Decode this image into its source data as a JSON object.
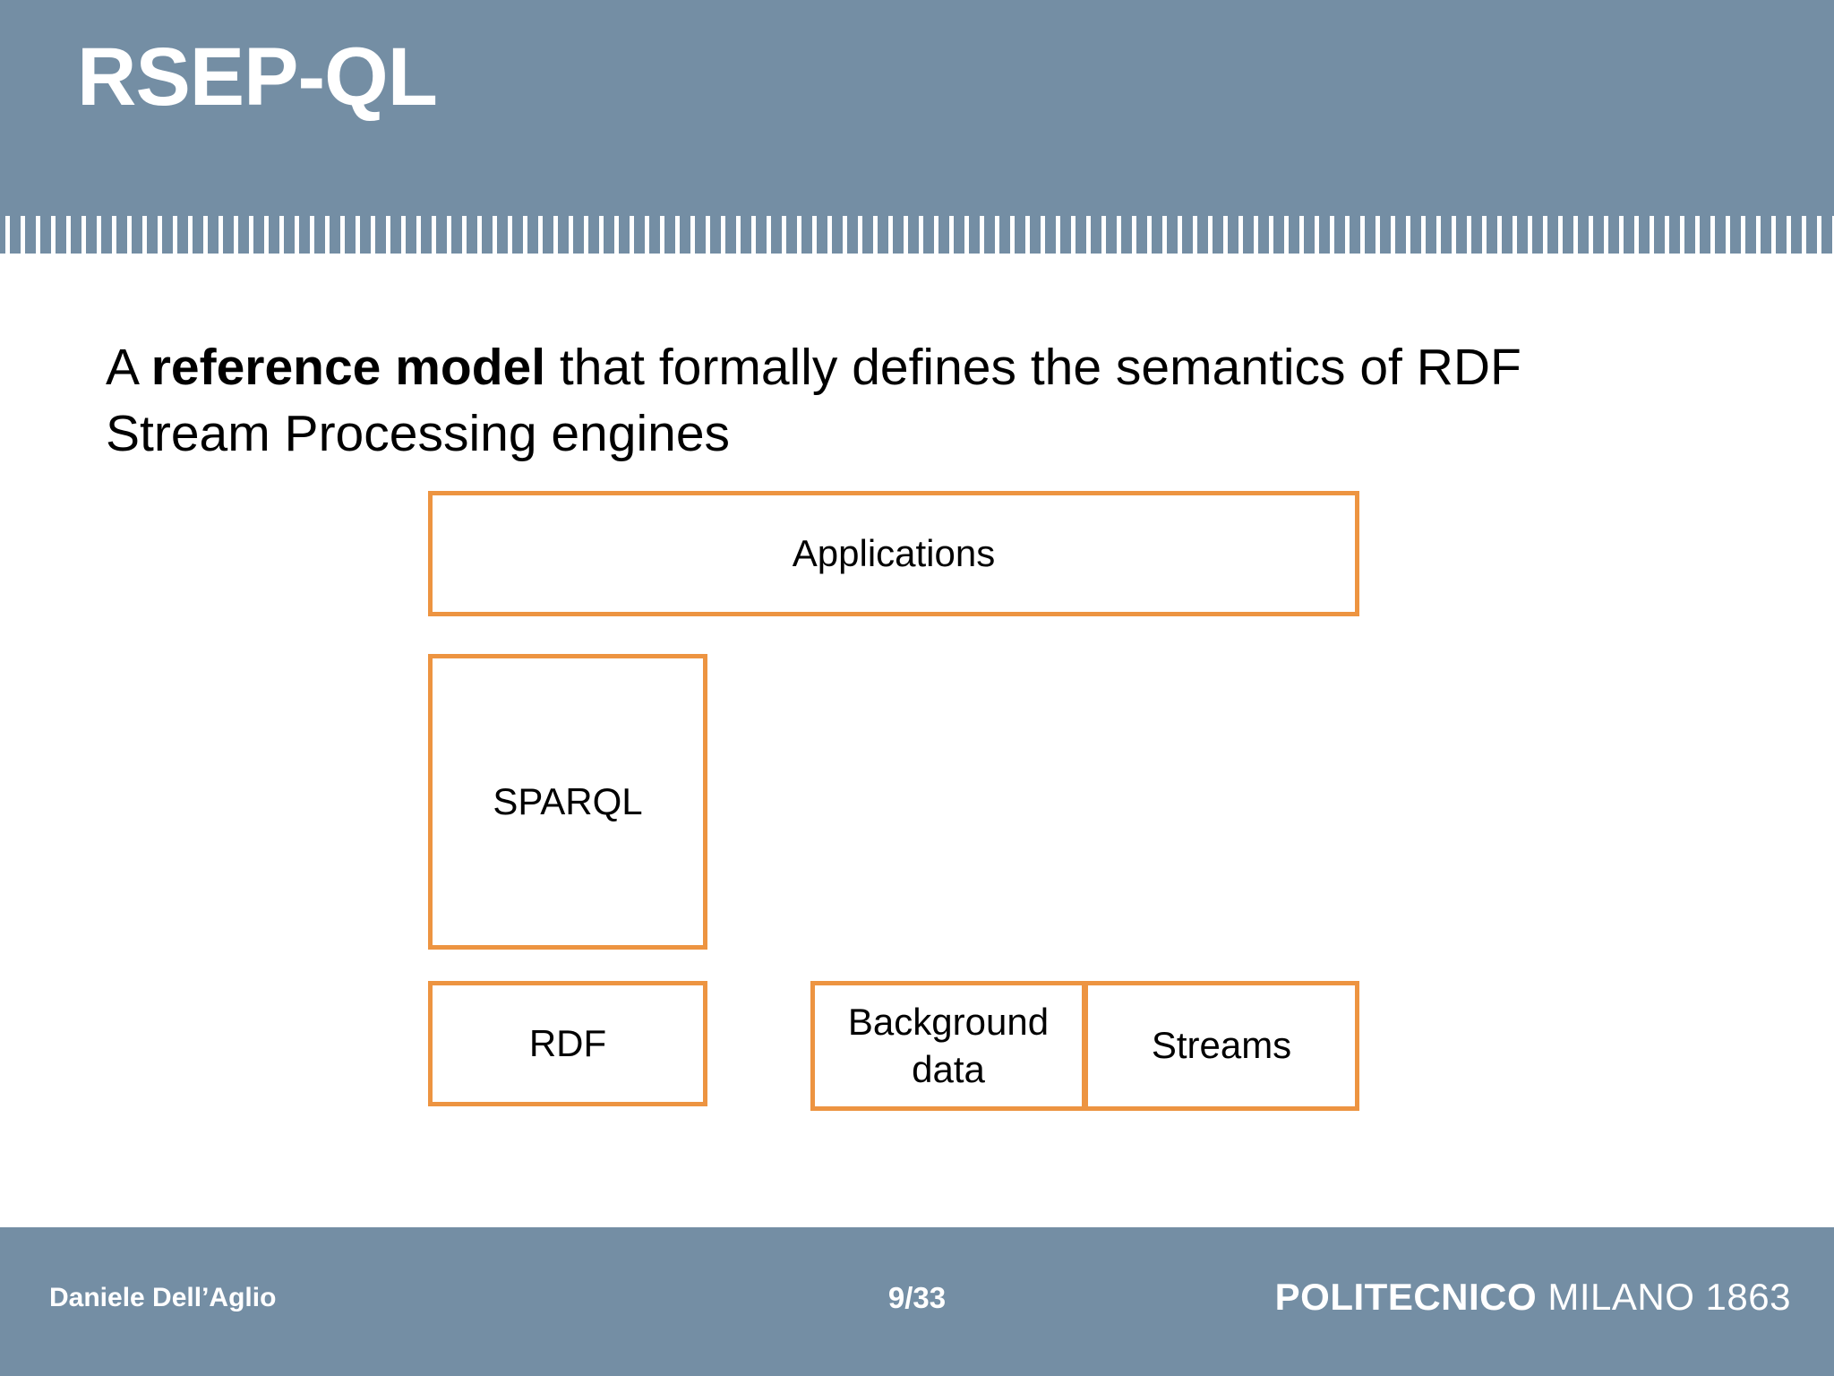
{
  "slide": {
    "title": "RSEP-QL",
    "colors": {
      "band": "#748EA4",
      "box_border": "#ED9441",
      "body_background": "#FFFFFF",
      "text": "#000000",
      "band_text": "#FFFFFF"
    }
  },
  "body": {
    "paragraph": {
      "lead": "A ",
      "emphasis": "reference model",
      "tail": " that formally defines the semantics of RDF Stream Processing engines"
    }
  },
  "diagram": {
    "boxes": [
      {
        "id": "applications",
        "label": "Applications"
      },
      {
        "id": "sparql",
        "label": "SPARQL"
      },
      {
        "id": "rdf",
        "label": "RDF"
      },
      {
        "id": "background-data",
        "label": "Background data"
      },
      {
        "id": "streams",
        "label": "Streams"
      }
    ]
  },
  "footer": {
    "author": "Daniele Dell’Aglio",
    "page": "9/33",
    "logo_strong": "POLITECNICO",
    "logo_light": "MILANO 1863"
  },
  "decoration": {
    "tick_count": 121,
    "tick_pitch": 17,
    "tick_width": 5,
    "tick_start_x": 6
  }
}
